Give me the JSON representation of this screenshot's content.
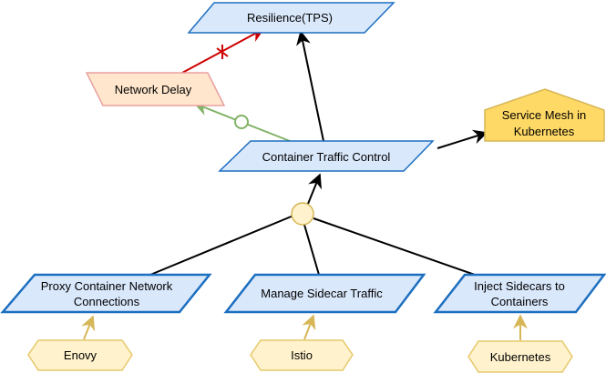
{
  "nodes": {
    "resilience": {
      "label": "Resilience(TPS)"
    },
    "network_delay": {
      "label": "Network Delay"
    },
    "service_mesh": {
      "line1": "Service Mesh in",
      "line2": "Kubernetes"
    },
    "container_traffic": {
      "label": "Container Traffic Control"
    },
    "proxy": {
      "line1": "Proxy Container Network",
      "line2": "Connections"
    },
    "manage": {
      "label": "Manage Sidecar Traffic"
    },
    "inject": {
      "line1": "Inject Sidecars to",
      "line2": "Containers"
    },
    "envoy": {
      "label": "Enovy"
    },
    "istio": {
      "label": "Istio"
    },
    "kubernetes": {
      "label": "Kubernetes"
    }
  },
  "colors": {
    "goal_fill": "#dae8fc",
    "goal_stroke": "#1d6fc0",
    "softgoal_fill": "#ffe6cc",
    "softgoal_stroke": "#e8a0a0",
    "resource_fill": "#fff2cc",
    "resource_stroke": "#e6c96b",
    "domain_fill": "#ffd966",
    "domain_stroke": "#d6b656",
    "hurt_link": "#cc0000",
    "help_link": "#82b366",
    "and_link": "#000000",
    "support_link": "#d6b656"
  }
}
